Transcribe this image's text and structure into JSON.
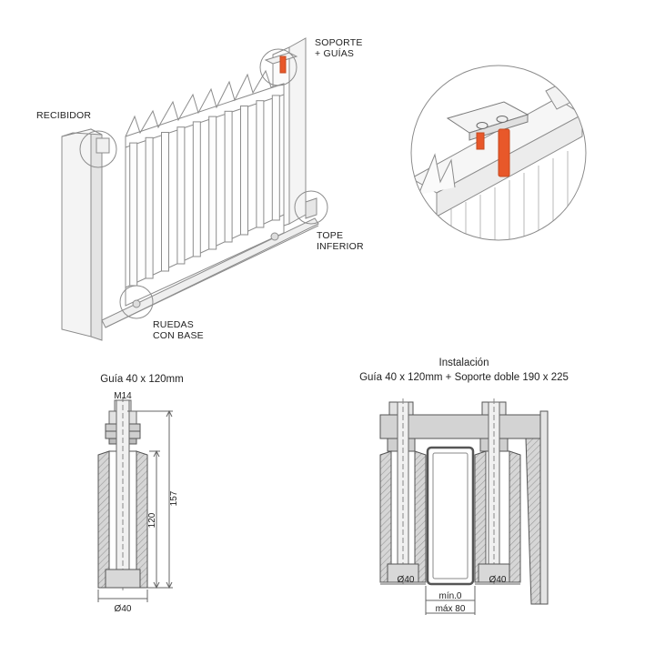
{
  "labels": {
    "recibidor": "RECIBIDOR",
    "soporte_line1": "SOPORTE",
    "soporte_line2": "+ GUÍAS",
    "tope_line1": "TOPE",
    "tope_line2": "INFERIOR",
    "ruedas_line1": "RUEDAS",
    "ruedas_line2": "CON BASE"
  },
  "guide_drawing": {
    "title": "Guía 40 x 120mm",
    "thread": "M14",
    "height_total": "157",
    "height_guide": "120",
    "diameter": "Ø40"
  },
  "install_drawing": {
    "title_line1": "Instalación",
    "title_line2": "Guía 40 x 120mm + Soporte doble 190 x 225",
    "diameter_left": "Ø40",
    "diameter_right": "Ø40",
    "gap_min": "mín.0",
    "gap_max": "máx 80"
  },
  "colors": {
    "accent_orange": "#e8582a",
    "line_gray": "#8a8a8a",
    "fill_gray": "#bdbdbd"
  }
}
